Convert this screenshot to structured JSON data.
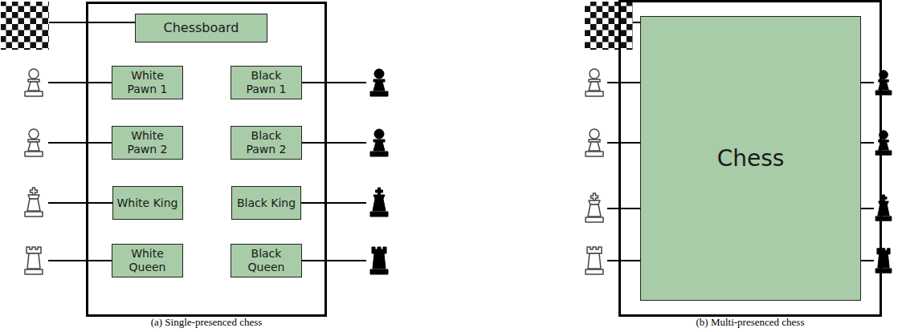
{
  "diagram": {
    "nodes": [
      {
        "text": [
          "(a) Single-presenced chess"
        ]
      },
      {
        "text": [
          "Chessboard"
        ],
        "in": 0
      },
      {
        "text": [
          "White Pawn 1"
        ],
        "in": 0
      },
      {
        "text": [
          "Black Pawn 1"
        ],
        "in": 0
      },
      {
        "text": [
          "White Pawn 2"
        ],
        "in": 0
      },
      {
        "text": [
          "Black Pawn 2"
        ],
        "in": 0
      },
      {
        "text": [
          "White King"
        ],
        "in": 0
      },
      {
        "text": [
          "Black King"
        ],
        "in": 0
      },
      {
        "text": [
          "White Queen"
        ],
        "in": 0
      },
      {
        "text": [
          "Black Queen"
        ],
        "in": 0
      },
      {
        "text": [
          "(b) Multi-presenced chess"
        ]
      },
      {
        "text": [
          "Chess"
        ],
        "in": 10
      }
    ]
  }
}
